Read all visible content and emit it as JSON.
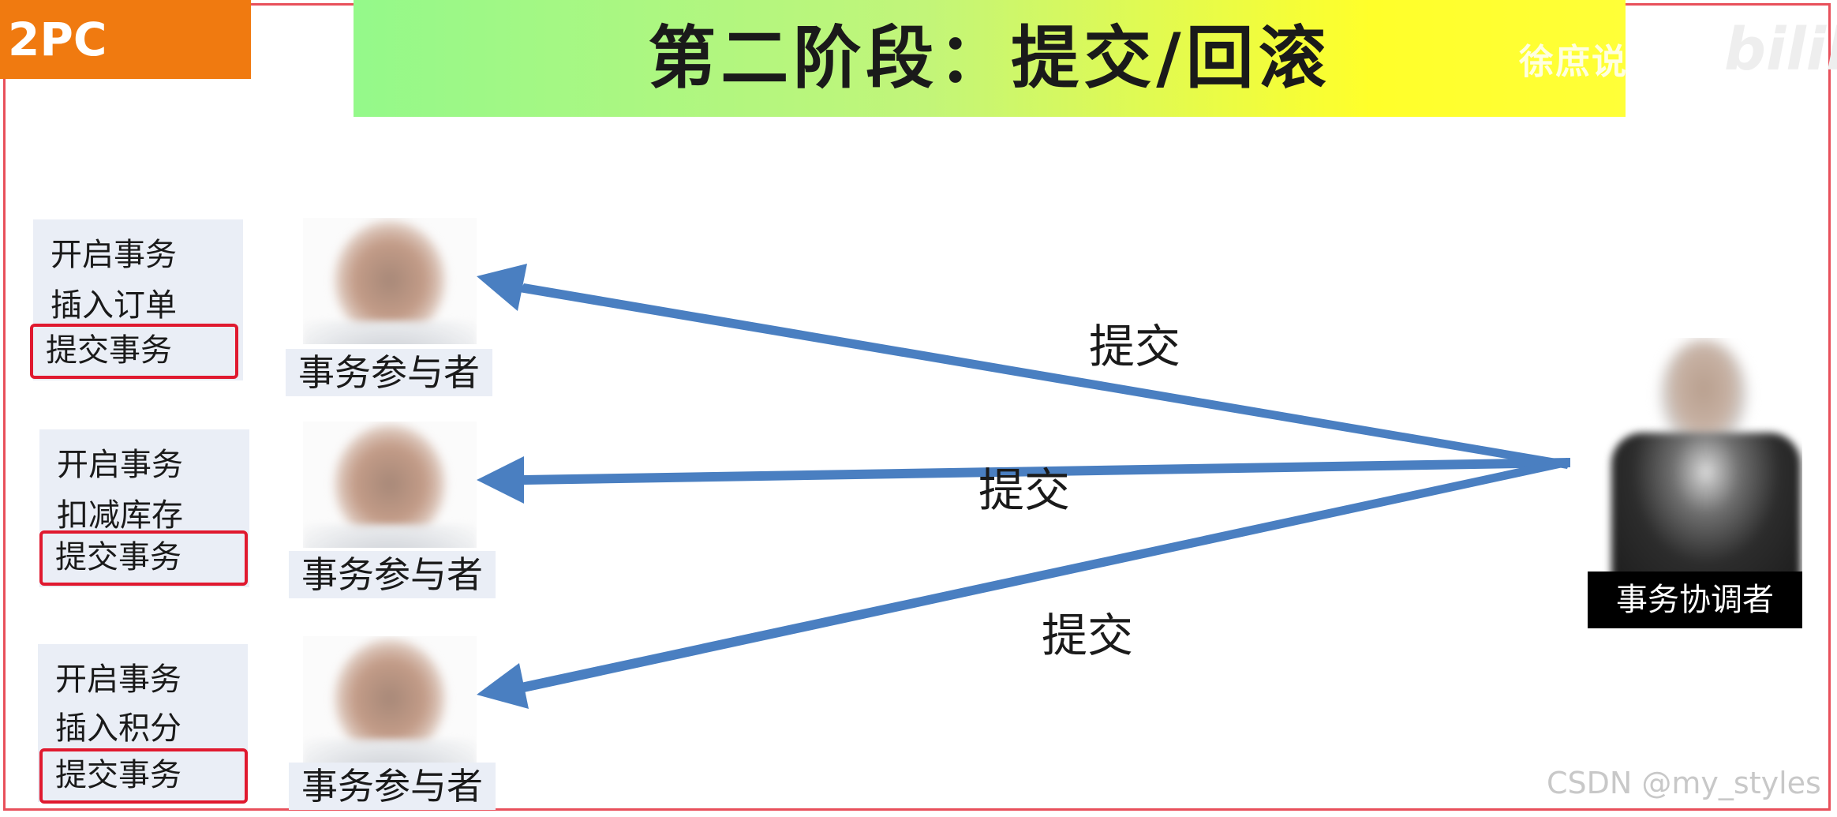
{
  "badge": "2PC",
  "title": "第二阶段：提交/回滚",
  "watermark": "徐庶说",
  "watermark_logo": "bilibi",
  "participants": [
    {
      "steps": [
        "开启事务",
        "插入订单"
      ],
      "commit_step": "提交事务",
      "label": "事务参与者"
    },
    {
      "steps": [
        "开启事务",
        "扣减库存"
      ],
      "commit_step": "提交事务",
      "label": "事务参与者"
    },
    {
      "steps": [
        "开启事务",
        "插入积分"
      ],
      "commit_step": "提交事务",
      "label": "事务参与者"
    }
  ],
  "coordinator": {
    "label": "事务协调者"
  },
  "arrows": [
    {
      "label": "提交"
    },
    {
      "label": "提交"
    },
    {
      "label": "提交"
    }
  ],
  "colors": {
    "badge_bg": "#f07a10",
    "arrow": "#4a7fc1",
    "commit_border": "#e0192f",
    "frame": "#e8505b"
  },
  "credit": "CSDN @my_styles"
}
